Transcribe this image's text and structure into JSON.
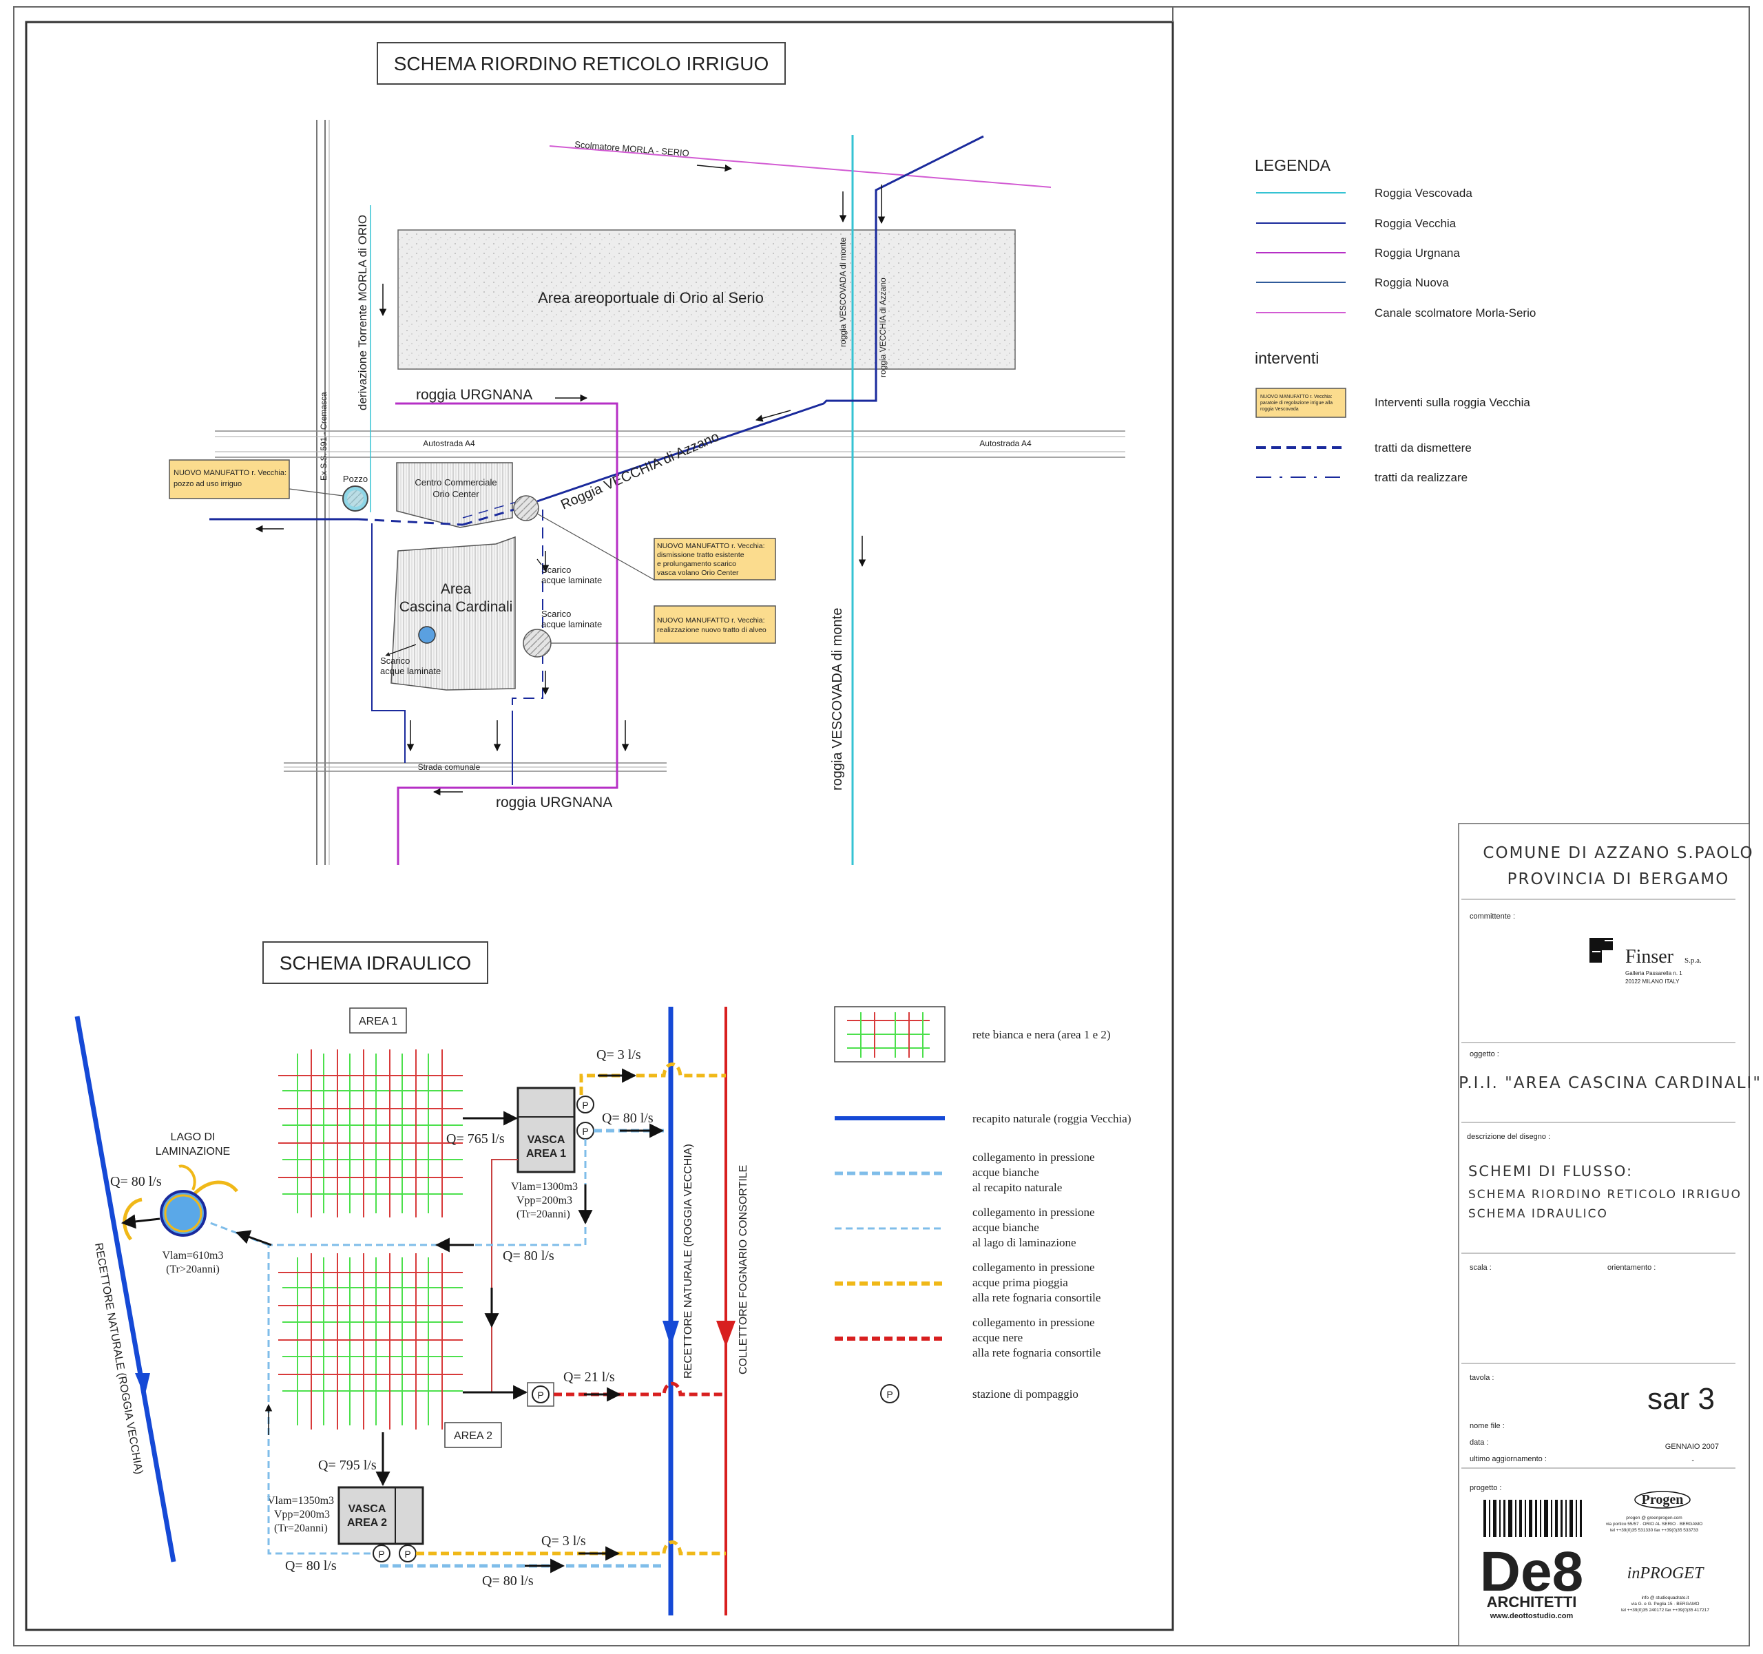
{
  "sheet": {
    "title_top": "SCHEMA RIORDINO RETICOLO IRRIGUO",
    "title_bottom": "SCHEMA IDRAULICO"
  },
  "map": {
    "scolmatore": "Scolmatore MORLA - SERIO",
    "airport": "Area areoportuale di Orio al Serio",
    "torrente": "derivazione Torrente MORLA di ORIO",
    "vescovada_monte_small": "roggia VESCOVADA di monte",
    "vecchia_azzano_small": "roggia VECCHIA di Azzano",
    "urgnana_top": "roggia URGNANA",
    "urgnana_bottom": "roggia URGNANA",
    "autostrada_left": "Autostrada A4",
    "autostrada_right": "Autostrada A4",
    "ss591": "Ex S.S. 591 - Cremasca",
    "pozzo": "Pozzo",
    "centro_1": "Centro Commerciale",
    "centro_2": "Orio Center",
    "vecchia_azzano": "Roggia VECCHIA di Azzano",
    "area_1": "Area",
    "area_2": "Cascina Cardinali",
    "scarico_a": "Scarico",
    "scarico_b": "acque laminate",
    "strada": "Strada comunale",
    "vescovada_monte": "roggia VESCOVADA di monte",
    "box_pozzo_1": "NUOVO MANUFATTO r. Vecchia:",
    "box_pozzo_2": "pozzo ad uso irriguo",
    "box_dism_1": "NUOVO MANUFATTO r. Vecchia:",
    "box_dism_2": "dismissione tratto esistente",
    "box_dism_3": "e prolungamento scarico",
    "box_dism_4": "vasca volano Orio Center",
    "box_real_1": "NUOVO MANUFATTO r. Vecchia:",
    "box_real_2": "realizzazione nuovo tratto di alveo"
  },
  "legend": {
    "title": "LEGENDA",
    "items": [
      "Roggia Vescovada",
      "Roggia Vecchia",
      "Roggia Urgnana",
      "Roggia Nuova",
      "Canale scolmatore Morla-Serio"
    ],
    "interventi_title": "interventi",
    "box_1": "NUOVO MANUFATTO r. Vecchia:",
    "box_2": "paratoie di regolazione irrigue alla",
    "box_3": "roggia Vescovada",
    "interventi": [
      "Interventi sulla roggia Vecchia",
      "tratti da dismettere",
      "tratti da realizzare"
    ]
  },
  "hydraulic": {
    "area1": "AREA 1",
    "area2": "AREA 2",
    "lago_1": "LAGO DI",
    "lago_2": "LAMINAZIONE",
    "lago_q": "Q= 80 l/s",
    "lago_v1": "Vlam=610m3",
    "lago_v2": "(Tr>20anni)",
    "recettore_left": "RECETTORE NATURALE (ROGGIA VECCHIA)",
    "recettore_mid": "RECETTORE NATURALE (ROGGIA VECCHIA)",
    "collettore": "COLLETTORE FOGNARIO CONSORTILE",
    "vasca1_1": "VASCA",
    "vasca1_2": "AREA 1",
    "vasca1_v1": "Vlam=1300m3",
    "vasca1_v2": "Vpp=200m3",
    "vasca1_v3": "(Tr=20anni)",
    "vasca2_1": "VASCA",
    "vasca2_2": "AREA 2",
    "vasca2_v1": "Vlam=1350m3",
    "vasca2_v2": "Vpp=200m3",
    "vasca2_v3": "(Tr=20anni)",
    "q765": "Q= 765 l/s",
    "q3a": "Q= 3 l/s",
    "q80a": "Q= 80 l/s",
    "q80b": "Q= 80 l/s",
    "q21": "Q= 21 l/s",
    "q795": "Q= 795 l/s",
    "q3b": "Q= 3 l/s",
    "q80c": "Q= 80 l/s",
    "q80d": "Q= 80 l/s",
    "p": "P"
  },
  "legend2": [
    "rete bianca e nera (area 1 e 2)",
    "recapito naturale (roggia Vecchia)",
    "collegamento in pressione",
    "acque bianche",
    "al recapito naturale",
    "collegamento in pressione",
    "acque bianche",
    "al lago di laminazione",
    "collegamento in pressione",
    "acque prima pioggia",
    "alla rete fognaria consortile",
    "collegamento in pressione",
    "acque nere",
    "alla rete fognaria consortile",
    "stazione di pompaggio"
  ],
  "titleblock": {
    "comune": "COMUNE DI AZZANO S.PAOLO",
    "provincia": "PROVINCIA DI BERGAMO",
    "committente_label": "committente :",
    "finser": "Finser",
    "finser_spa": "S.p.a.",
    "finser_addr1": "Galleria Passarella n. 1",
    "finser_addr2": "20122 MILANO ITALY",
    "oggetto_label": "oggetto :",
    "oggetto": "P.I.I. \"AREA CASCINA CARDINALI\"",
    "descrizione_label": "descrizione del disegno :",
    "desc1": "SCHEMI DI FLUSSO:",
    "desc2": "SCHEMA RIORDINO RETICOLO IRRIGUO",
    "desc3": "SCHEMA IDRAULICO",
    "scala_label": "scala :",
    "orientamento_label": "orientamento :",
    "tavola_label": "tavola :",
    "tavola": "sar 3",
    "nomefile_label": "nome file :",
    "data_label": "data :",
    "data": "GENNAIO 2007",
    "ultimo_label": "ultimo aggiornamento :",
    "ultimo": "-",
    "progetto_label": "progetto :",
    "de8": "De8",
    "architetti": "ARCHITETTI",
    "de8_url": "www.deottostudio.com",
    "progen": "Progen",
    "progen_info1": "progen @ greenprogen.com",
    "progen_info2": "via portico 55/57 · ORIO AL SERIO · BERGAMO",
    "progen_info3": "tel ++39(0)35 531330 fax ++39(0)35 533733",
    "infoproget": "inPROGET",
    "ip_info1": "info @ studioquadrato.it",
    "ip_info2": "via G. e G. Peglia 15 · BERGAMO",
    "ip_info3": "tel ++39(0)35 240172 fax ++39(0)35 417217"
  },
  "colors": {
    "vescovada": "#35c3d3",
    "vecchia": "#1a2a9c",
    "urgnana": "#b62fc6",
    "nuova": "#2f5a9a",
    "scolmatore": "#d25bd3",
    "blue_main": "#1549d6",
    "red": "#d81f1f",
    "lightblue": "#7fbde9",
    "yellow": "#f0b818",
    "grid_green": "#4ce04c",
    "grid_red": "#d83a3a",
    "box_fill": "#fbdc8e"
  }
}
